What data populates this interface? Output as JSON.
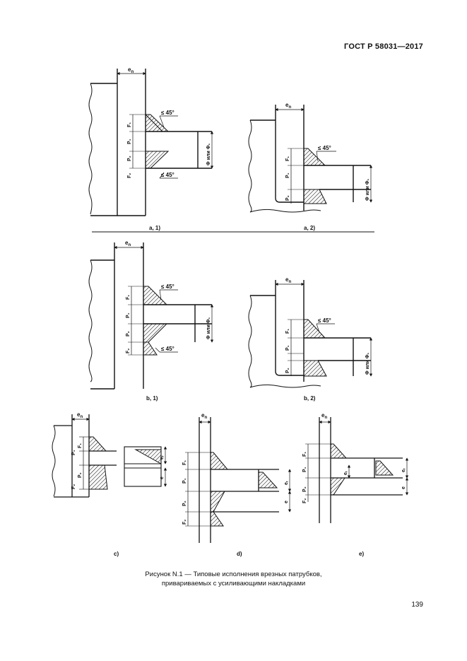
{
  "header": {
    "standard": "ГОСТ Р 58031—2017"
  },
  "figure": {
    "panels": [
      {
        "id": "a1",
        "label": "a, 1)"
      },
      {
        "id": "a2",
        "label": "a, 2)"
      },
      {
        "id": "b1",
        "label": "b, 1)"
      },
      {
        "id": "b2",
        "label": "b, 2)"
      },
      {
        "id": "c",
        "label": "c)"
      },
      {
        "id": "d",
        "label": "d)"
      },
      {
        "id": "e",
        "label": "e)"
      }
    ],
    "dims": {
      "en": "e",
      "en_sub": "n",
      "angle": "≤ 45°",
      "f1": "F₁",
      "f2": "F₂",
      "p1": "P₁",
      "p2": "P₂",
      "phi": "Φ или Φ₁",
      "e": "e",
      "er": "eᵣ"
    }
  },
  "caption": {
    "line1": "Рисунок N.1 — Типовые исполнения врезных патрубков,",
    "line2": "привариваемых с усиливающими накладками"
  },
  "page_number": "139"
}
